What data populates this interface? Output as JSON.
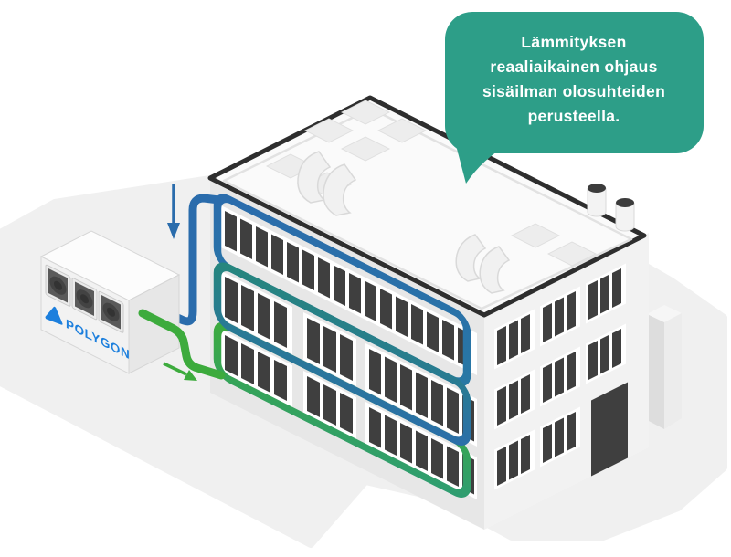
{
  "bubble": {
    "lines": [
      "Lämmityksen",
      "reaaliaikainen ohjaus",
      "sisäilman olosuhteiden",
      "perusteella."
    ]
  },
  "unit": {
    "brand": "POLYGON"
  },
  "colors": {
    "bubble_bg": "#2d9e88",
    "bubble_text": "#ffffff",
    "pipe_return_blue": "#2a6cac",
    "pipe_mid_teal": "#26867d",
    "pipe_supply_green": "#3dab3d",
    "brand_blue": "#1c7fdd",
    "ground": "#f0f0f0",
    "facade": "#e7e7e7",
    "side_face": "#f2f2f2",
    "roof": "#fafafa",
    "window_pane": "#3f3f3f"
  }
}
